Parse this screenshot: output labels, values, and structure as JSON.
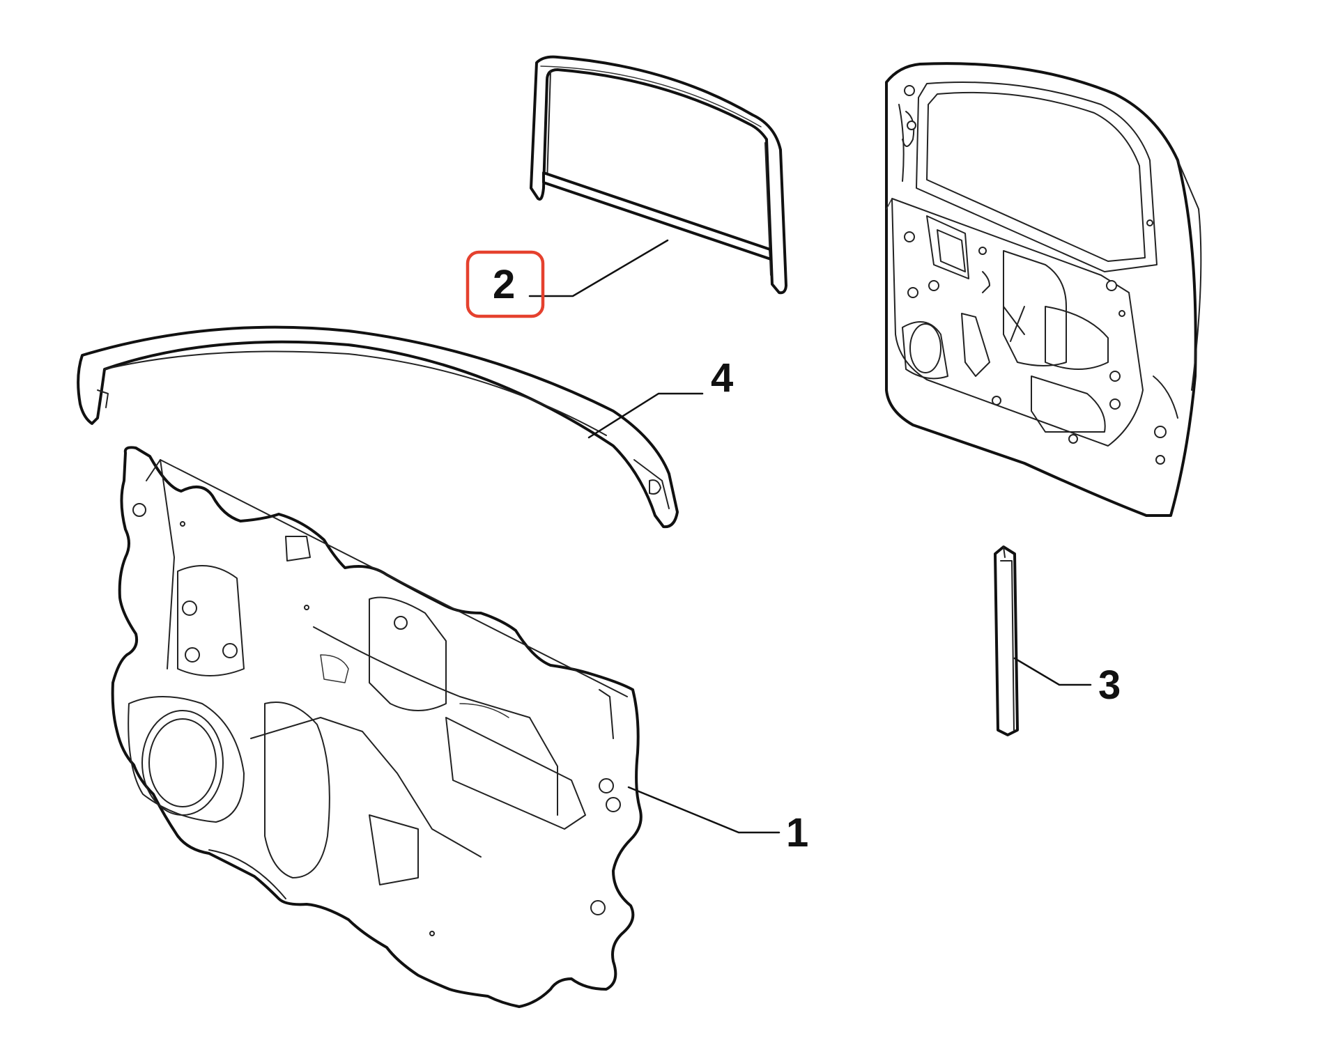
{
  "diagram": {
    "callouts": [
      {
        "id": "1",
        "label": "1",
        "part": "door-trim-panel"
      },
      {
        "id": "2",
        "label": "2",
        "part": "window-frame-seal",
        "highlighted": true
      },
      {
        "id": "3",
        "label": "3",
        "part": "vertical-channel-strip"
      },
      {
        "id": "4",
        "label": "4",
        "part": "upper-arc-weatherstrip"
      }
    ],
    "colors": {
      "line": "#111111",
      "highlight": "#e5412e",
      "background": "#ffffff"
    }
  }
}
